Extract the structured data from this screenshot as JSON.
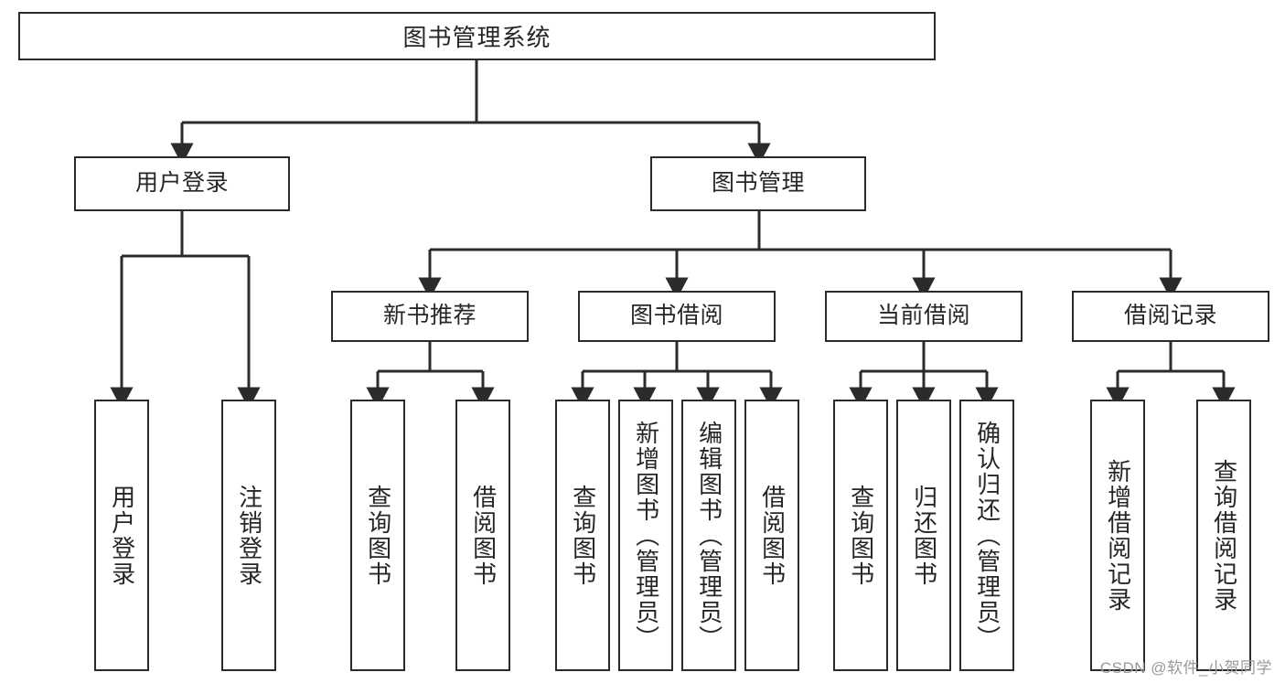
{
  "diagram": {
    "title": "图书管理系统",
    "root": {
      "label": "图书管理系统"
    },
    "level2": [
      {
        "label": "用户登录"
      },
      {
        "label": "图书管理"
      }
    ],
    "level3": [
      {
        "label": "新书推荐"
      },
      {
        "label": "图书借阅"
      },
      {
        "label": "当前借阅"
      },
      {
        "label": "借阅记录"
      }
    ],
    "leaves": {
      "user_login": [
        {
          "label": "用户登录"
        },
        {
          "label": "注销登录"
        }
      ],
      "new_book_recommend": [
        {
          "label": "查询图书"
        },
        {
          "label": "借阅图书"
        }
      ],
      "book_borrow": [
        {
          "label": "查询图书"
        },
        {
          "label": "新增图书（管理员）"
        },
        {
          "label": "编辑图书（管理员）"
        },
        {
          "label": "借阅图书"
        }
      ],
      "current_borrow": [
        {
          "label": "查询图书"
        },
        {
          "label": "归还图书"
        },
        {
          "label": "确认归还（管理员）"
        }
      ],
      "borrow_record": [
        {
          "label": "新增借阅记录"
        },
        {
          "label": "查询借阅记录"
        }
      ]
    }
  },
  "watermark": {
    "text": "CSDN @软件_小贺同学"
  },
  "colors": {
    "stroke": "#2b2b2b",
    "background": "#ffffff",
    "text": "#262626",
    "watermark": "#9a9a9a"
  }
}
